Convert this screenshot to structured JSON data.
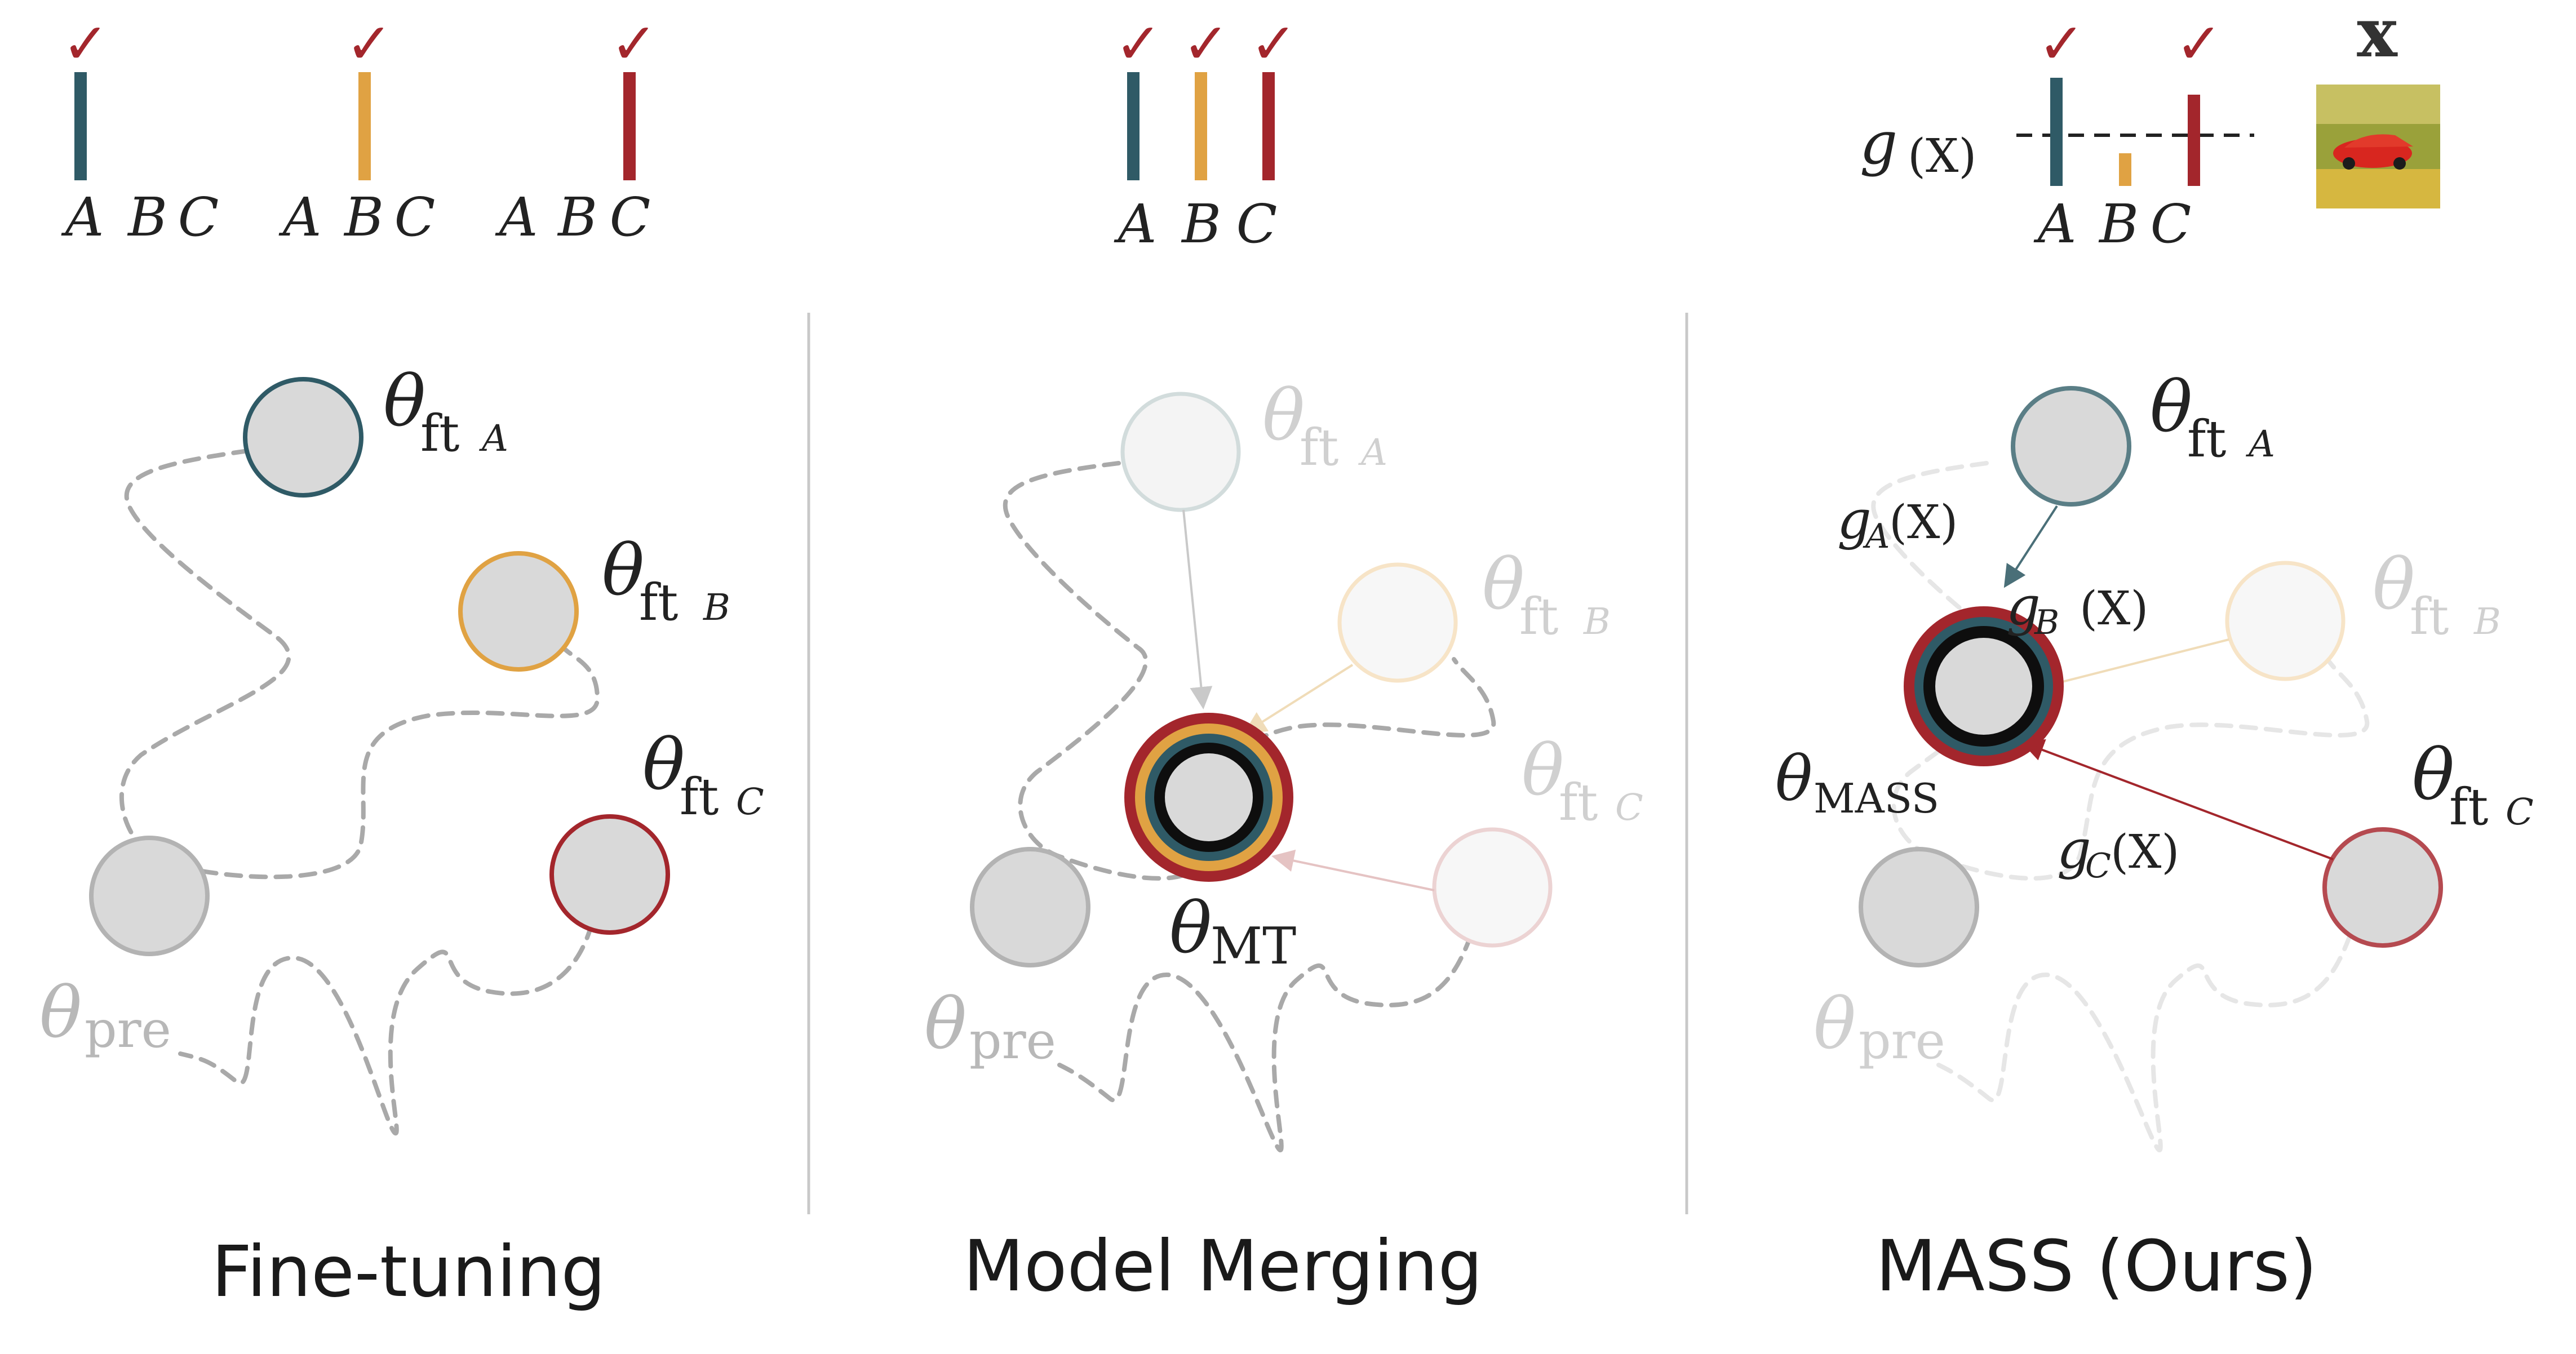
{
  "colors": {
    "A": "#2f5a66",
    "B": "#e0a243",
    "C": "#a3262c",
    "check": "#a3262c",
    "node_fill": "#d9d9d9",
    "node_grey": "#b3b3b3",
    "path": "#a9a9a9",
    "divider": "#c8c8c8"
  },
  "top": {
    "task_labels": {
      "a": "A",
      "b": "B",
      "c": "C"
    },
    "g_label": "g",
    "g_arg": "(X)",
    "x_label": "x",
    "check_glyph": "✓"
  },
  "panels": {
    "finetune": {
      "title": "Fine-tuning",
      "theta_a": "θ",
      "theta_a_sub": "ft",
      "theta_a_task": "A",
      "theta_b": "θ",
      "theta_b_sub": "ft",
      "theta_b_task": "B",
      "theta_c": "θ",
      "theta_c_sub": "ft",
      "theta_c_task": "C",
      "theta_pre": "θ",
      "theta_pre_sub": "pre"
    },
    "merging": {
      "title": "Model Merging",
      "theta_a": "θ",
      "theta_a_sub": "ft",
      "theta_a_task": "A",
      "theta_b": "θ",
      "theta_b_sub": "ft",
      "theta_b_task": "B",
      "theta_c": "θ",
      "theta_c_sub": "ft",
      "theta_c_task": "C",
      "theta_pre": "θ",
      "theta_pre_sub": "pre",
      "theta_mt": "θ",
      "theta_mt_sub": "MT"
    },
    "mass": {
      "title": "MASS (Ours)",
      "theta_a": "θ",
      "theta_a_sub": "ft",
      "theta_a_task": "A",
      "theta_b": "θ",
      "theta_b_sub": "ft",
      "theta_b_task": "B",
      "theta_c": "θ",
      "theta_c_sub": "ft",
      "theta_c_task": "C",
      "theta_pre": "θ",
      "theta_pre_sub": "pre",
      "theta_mass": "θ",
      "theta_mass_sub": "MASS",
      "g_a": "g",
      "g_a_sub": "A",
      "g_a_arg": "(X)",
      "g_b": "g",
      "g_b_sub": "B",
      "g_b_arg": "(X)",
      "g_c": "g",
      "g_c_sub": "C",
      "g_c_arg": "(X)"
    }
  }
}
